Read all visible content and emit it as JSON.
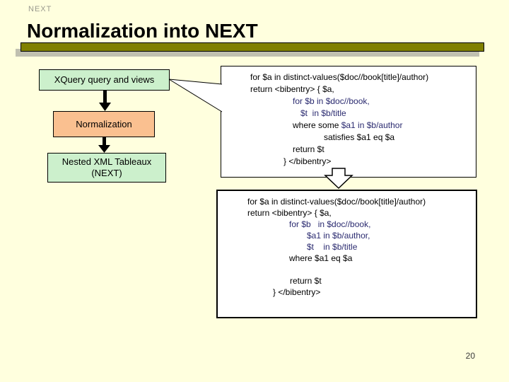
{
  "slide": {
    "header_label": "NEXT",
    "title": "Normalization into NEXT",
    "page_number": "20"
  },
  "flowchart": {
    "box_xquery": "XQuery query and views",
    "box_normalization": "Normalization",
    "box_next_line1": "Nested XML Tableaux",
    "box_next_line2": "(NEXT)"
  },
  "colors": {
    "background": "#FFFFDE",
    "header_gray": "#9A9A8E",
    "box_green": "#CCF0CC",
    "box_orange": "#FAC090",
    "bar_olive": "#808000",
    "bar_shadow": "#C0C0B0",
    "code_navy": "#2B2B70",
    "code_black": "#000000"
  },
  "code_box_1": {
    "lines": [
      {
        "indent": 41,
        "segments": [
          {
            "t": "for $a in distinct-values($doc//book[title]/author)",
            "c": "black"
          }
        ]
      },
      {
        "indent": 41,
        "segments": [
          {
            "t": "return <bibentry> { $a,",
            "c": "black"
          }
        ]
      },
      {
        "indent": 101,
        "segments": [
          {
            "t": "for $b in $doc//book,",
            "c": "navy"
          }
        ]
      },
      {
        "indent": 112,
        "segments": [
          {
            "t": "$t  in $b/title",
            "c": "navy"
          }
        ]
      },
      {
        "indent": 101,
        "segments": [
          {
            "t": "where some ",
            "c": "black"
          },
          {
            "t": "$a1 in $b/author",
            "c": "navy"
          }
        ]
      },
      {
        "indent": 145,
        "segments": [
          {
            "t": "satisfies $a1 eq $a",
            "c": "black"
          }
        ]
      },
      {
        "indent": 101,
        "segments": [
          {
            "t": "return $t",
            "c": "black"
          }
        ]
      },
      {
        "indent": 88,
        "segments": [
          {
            "t": "} </bibentry>",
            "c": "black"
          }
        ]
      }
    ]
  },
  "code_box_2": {
    "lines": [
      {
        "indent": 42,
        "segments": [
          {
            "t": "for $a in distinct-values($doc//book[title]/author)",
            "c": "black"
          }
        ]
      },
      {
        "indent": 42,
        "segments": [
          {
            "t": "return <bibentry> { $a,",
            "c": "black"
          }
        ]
      },
      {
        "indent": 101,
        "segments": [
          {
            "t": "for $b   in $doc//book,",
            "c": "navy"
          }
        ]
      },
      {
        "indent": 126,
        "segments": [
          {
            "t": "$a1 in $b/author,",
            "c": "navy"
          }
        ]
      },
      {
        "indent": 126,
        "segments": [
          {
            "t": "$t    in $b/title",
            "c": "navy"
          }
        ]
      },
      {
        "indent": 101,
        "segments": [
          {
            "t": "where $a1 eq $a",
            "c": "black"
          }
        ]
      },
      {
        "indent": 0,
        "segments": []
      },
      {
        "indent": 102,
        "segments": [
          {
            "t": "return $t",
            "c": "black"
          }
        ]
      },
      {
        "indent": 78,
        "segments": [
          {
            "t": "} </bibentry>",
            "c": "black"
          }
        ]
      }
    ]
  }
}
